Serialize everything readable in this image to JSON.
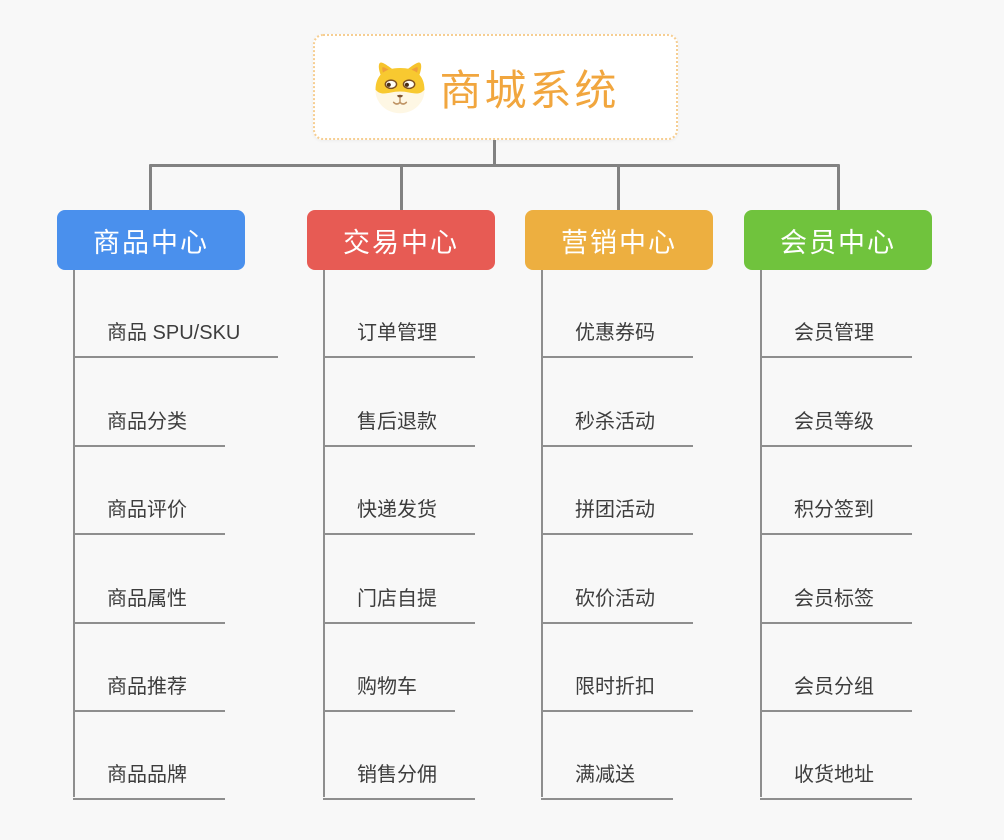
{
  "root": {
    "title": "商城系统",
    "icon": "dog-icon",
    "accent": "#f1a63e",
    "border_color": "#f6ce92"
  },
  "colors": {
    "background": "#f8f8f8",
    "connector": "#828282",
    "leaf_line": "#8e8e8e",
    "leaf_text": "#3d3d3d"
  },
  "branches": [
    {
      "label": "商品中心",
      "color": "#4a90ed",
      "children": [
        "商品 SPU/SKU",
        "商品分类",
        "商品评价",
        "商品属性",
        "商品推荐",
        "商品品牌"
      ]
    },
    {
      "label": "交易中心",
      "color": "#e75b54",
      "children": [
        "订单管理",
        "售后退款",
        "快递发货",
        "门店自提",
        "购物车",
        "销售分佣"
      ]
    },
    {
      "label": "营销中心",
      "color": "#edaf40",
      "children": [
        "优惠券码",
        "秒杀活动",
        "拼团活动",
        "砍价活动",
        "限时折扣",
        "满减送"
      ]
    },
    {
      "label": "会员中心",
      "color": "#70c33d",
      "children": [
        "会员管理",
        "会员等级",
        "积分签到",
        "会员标签",
        "会员分组",
        "收货地址"
      ]
    }
  ]
}
